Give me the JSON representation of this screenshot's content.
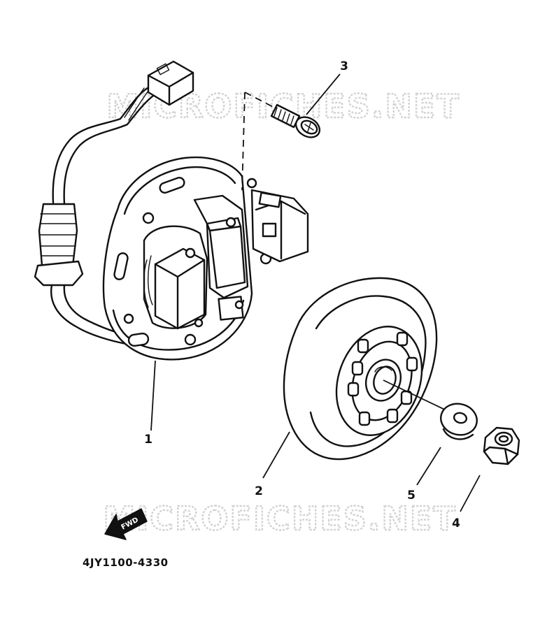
{
  "watermarks": [
    "MICROFICHES.NET",
    "MICROFICHES.NET"
  ],
  "callouts": [
    {
      "id": "1",
      "part": "stator-assembly"
    },
    {
      "id": "2",
      "part": "rotor-flywheel"
    },
    {
      "id": "3",
      "part": "screw"
    },
    {
      "id": "4",
      "part": "nut"
    },
    {
      "id": "5",
      "part": "washer"
    }
  ],
  "forward_arrow_label": "FWD",
  "diagram_code": "4JY1100-4330",
  "colors": {
    "ink": "#111111",
    "background": "#ffffff",
    "watermark_outline": "#d2d2d2"
  }
}
